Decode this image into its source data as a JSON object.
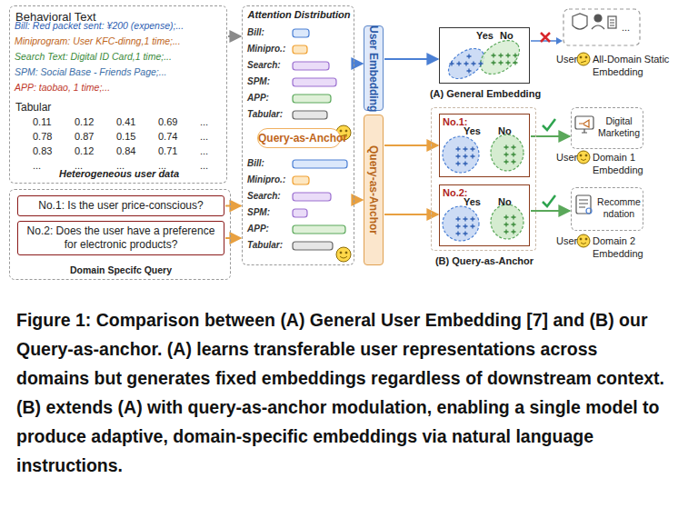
{
  "diagram": {
    "caption": "Figure 1: Comparison between (A) General User Embedding [7] and (B) our Query-as-anchor. (A) learns transferable user representations across domains but generates fixed embeddings regardless of downstream context. (B) extends (A) with query-as-anchor modulation, enabling a single model to produce adaptive, domain-specific embeddings via natural language instructions.",
    "nodes": [
      {
        "text": [
          "Behavioral Text",
          "Tabular",
          "Heterogeneous user data"
        ]
      },
      {
        "text": [
          "Domain Specifc Query"
        ]
      },
      {
        "text": [
          "No.1: Is the user price-conscious?"
        ],
        "in": 1
      },
      {
        "text": [
          "No.2: Does the user have a preference for electronic products?"
        ],
        "in": 1
      },
      {
        "text": [
          "Attention Distribution"
        ]
      },
      {
        "text": [
          "Query-as-Anchor"
        ],
        "in": 4
      },
      {
        "text": [
          "User Embedding"
        ]
      },
      {
        "text": [
          "Query-as-Anchor"
        ]
      },
      {
        "text": [
          "Yes",
          "No",
          "(A) General Embedding"
        ]
      },
      {
        "text": [
          "(B) Query-as-Anchor"
        ]
      },
      {
        "text": [
          "No.1:",
          "Yes",
          "No"
        ],
        "in": 9
      },
      {
        "text": [
          "No.2:",
          "Yes",
          "No"
        ],
        "in": 9
      },
      {
        "text": [
          "Digital Marketing"
        ]
      },
      {
        "text": [
          "Recommendation"
        ]
      }
    ],
    "edges": [
      {
        "from": 0,
        "to": 4,
        "arrow": "to"
      },
      {
        "from": 2,
        "to": 4,
        "arrow": "to"
      },
      {
        "from": 3,
        "to": 4,
        "arrow": "to"
      },
      {
        "from": 4,
        "to": 6,
        "arrow": "to"
      },
      {
        "from": 4,
        "to": 7,
        "arrow": "to"
      },
      {
        "from": 6,
        "to": 8,
        "arrow": "to"
      },
      {
        "from": 7,
        "to": 10,
        "arrow": "to"
      },
      {
        "from": 7,
        "to": 11,
        "arrow": "to"
      },
      {
        "from": 10,
        "to": 12,
        "arrow": "to"
      },
      {
        "from": 11,
        "to": 13,
        "arrow": "to"
      }
    ],
    "labels": [
      "Bill: Red packet sent: ¥200 (expense);...",
      "Miniprogram: User KFC-dinng,1 time;...",
      "Search Text: Digital ID Card,1 time;...",
      "SPM: Social Base - Friends Page;...",
      "APP: taobao, 1 time;...",
      "0.11",
      "0.12",
      "0.41",
      "0.69",
      "...",
      "0.78",
      "0.87",
      "0.15",
      "0.74",
      "...",
      "0.83",
      "0.12",
      "0.84",
      "0.71",
      "...",
      "...",
      "...",
      "...",
      "...",
      "...",
      "Bill:",
      "Minipro.:",
      "Search:",
      "SPM:",
      "APP:",
      "Tabular:",
      "Bill:",
      "Minipro.:",
      "Search:",
      "SPM:",
      "APP:",
      "Tabular:",
      "...",
      "User",
      "All-Domain Static Embedding",
      "User",
      "Domain 1 Embedding",
      "User",
      "Domain 2 Embedding"
    ]
  }
}
